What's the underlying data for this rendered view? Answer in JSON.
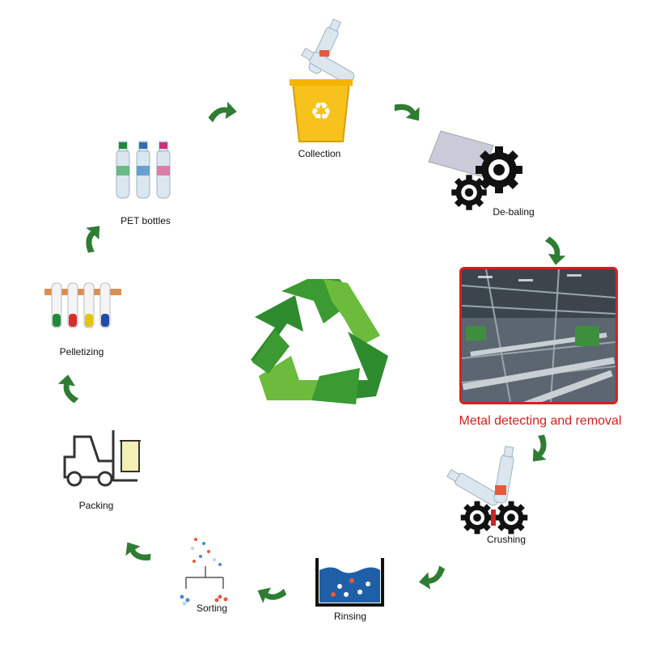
{
  "title": "",
  "colors": {
    "arrow_green": "#2f7d32",
    "recycle_dark": "#2e8b2e",
    "recycle_light": "#6cbb3c",
    "highlight": "#d81e1e"
  },
  "steps": [
    {
      "id": "collection",
      "label": "Collection",
      "icon": "recycle-bin-icon"
    },
    {
      "id": "de-baling",
      "label": "De-baling",
      "icon": "bale-gears-icon"
    },
    {
      "id": "metal",
      "label": "Metal detecting and removal",
      "icon": "factory-photo",
      "highlighted": true
    },
    {
      "id": "crushing",
      "label": "Crushing",
      "icon": "crusher-icon"
    },
    {
      "id": "rinsing",
      "label": "Rinsing",
      "icon": "water-tank-icon"
    },
    {
      "id": "sorting",
      "label": "Sorting",
      "icon": "sorting-icon"
    },
    {
      "id": "packing",
      "label": "Packing",
      "icon": "forklift-icon"
    },
    {
      "id": "pelletizing",
      "label": "Pelletizing",
      "icon": "test-tubes-icon"
    },
    {
      "id": "pet-bottles",
      "label": "PET bottles",
      "icon": "pet-bottles-icon"
    }
  ],
  "center_icon": "recycle-symbol-icon"
}
